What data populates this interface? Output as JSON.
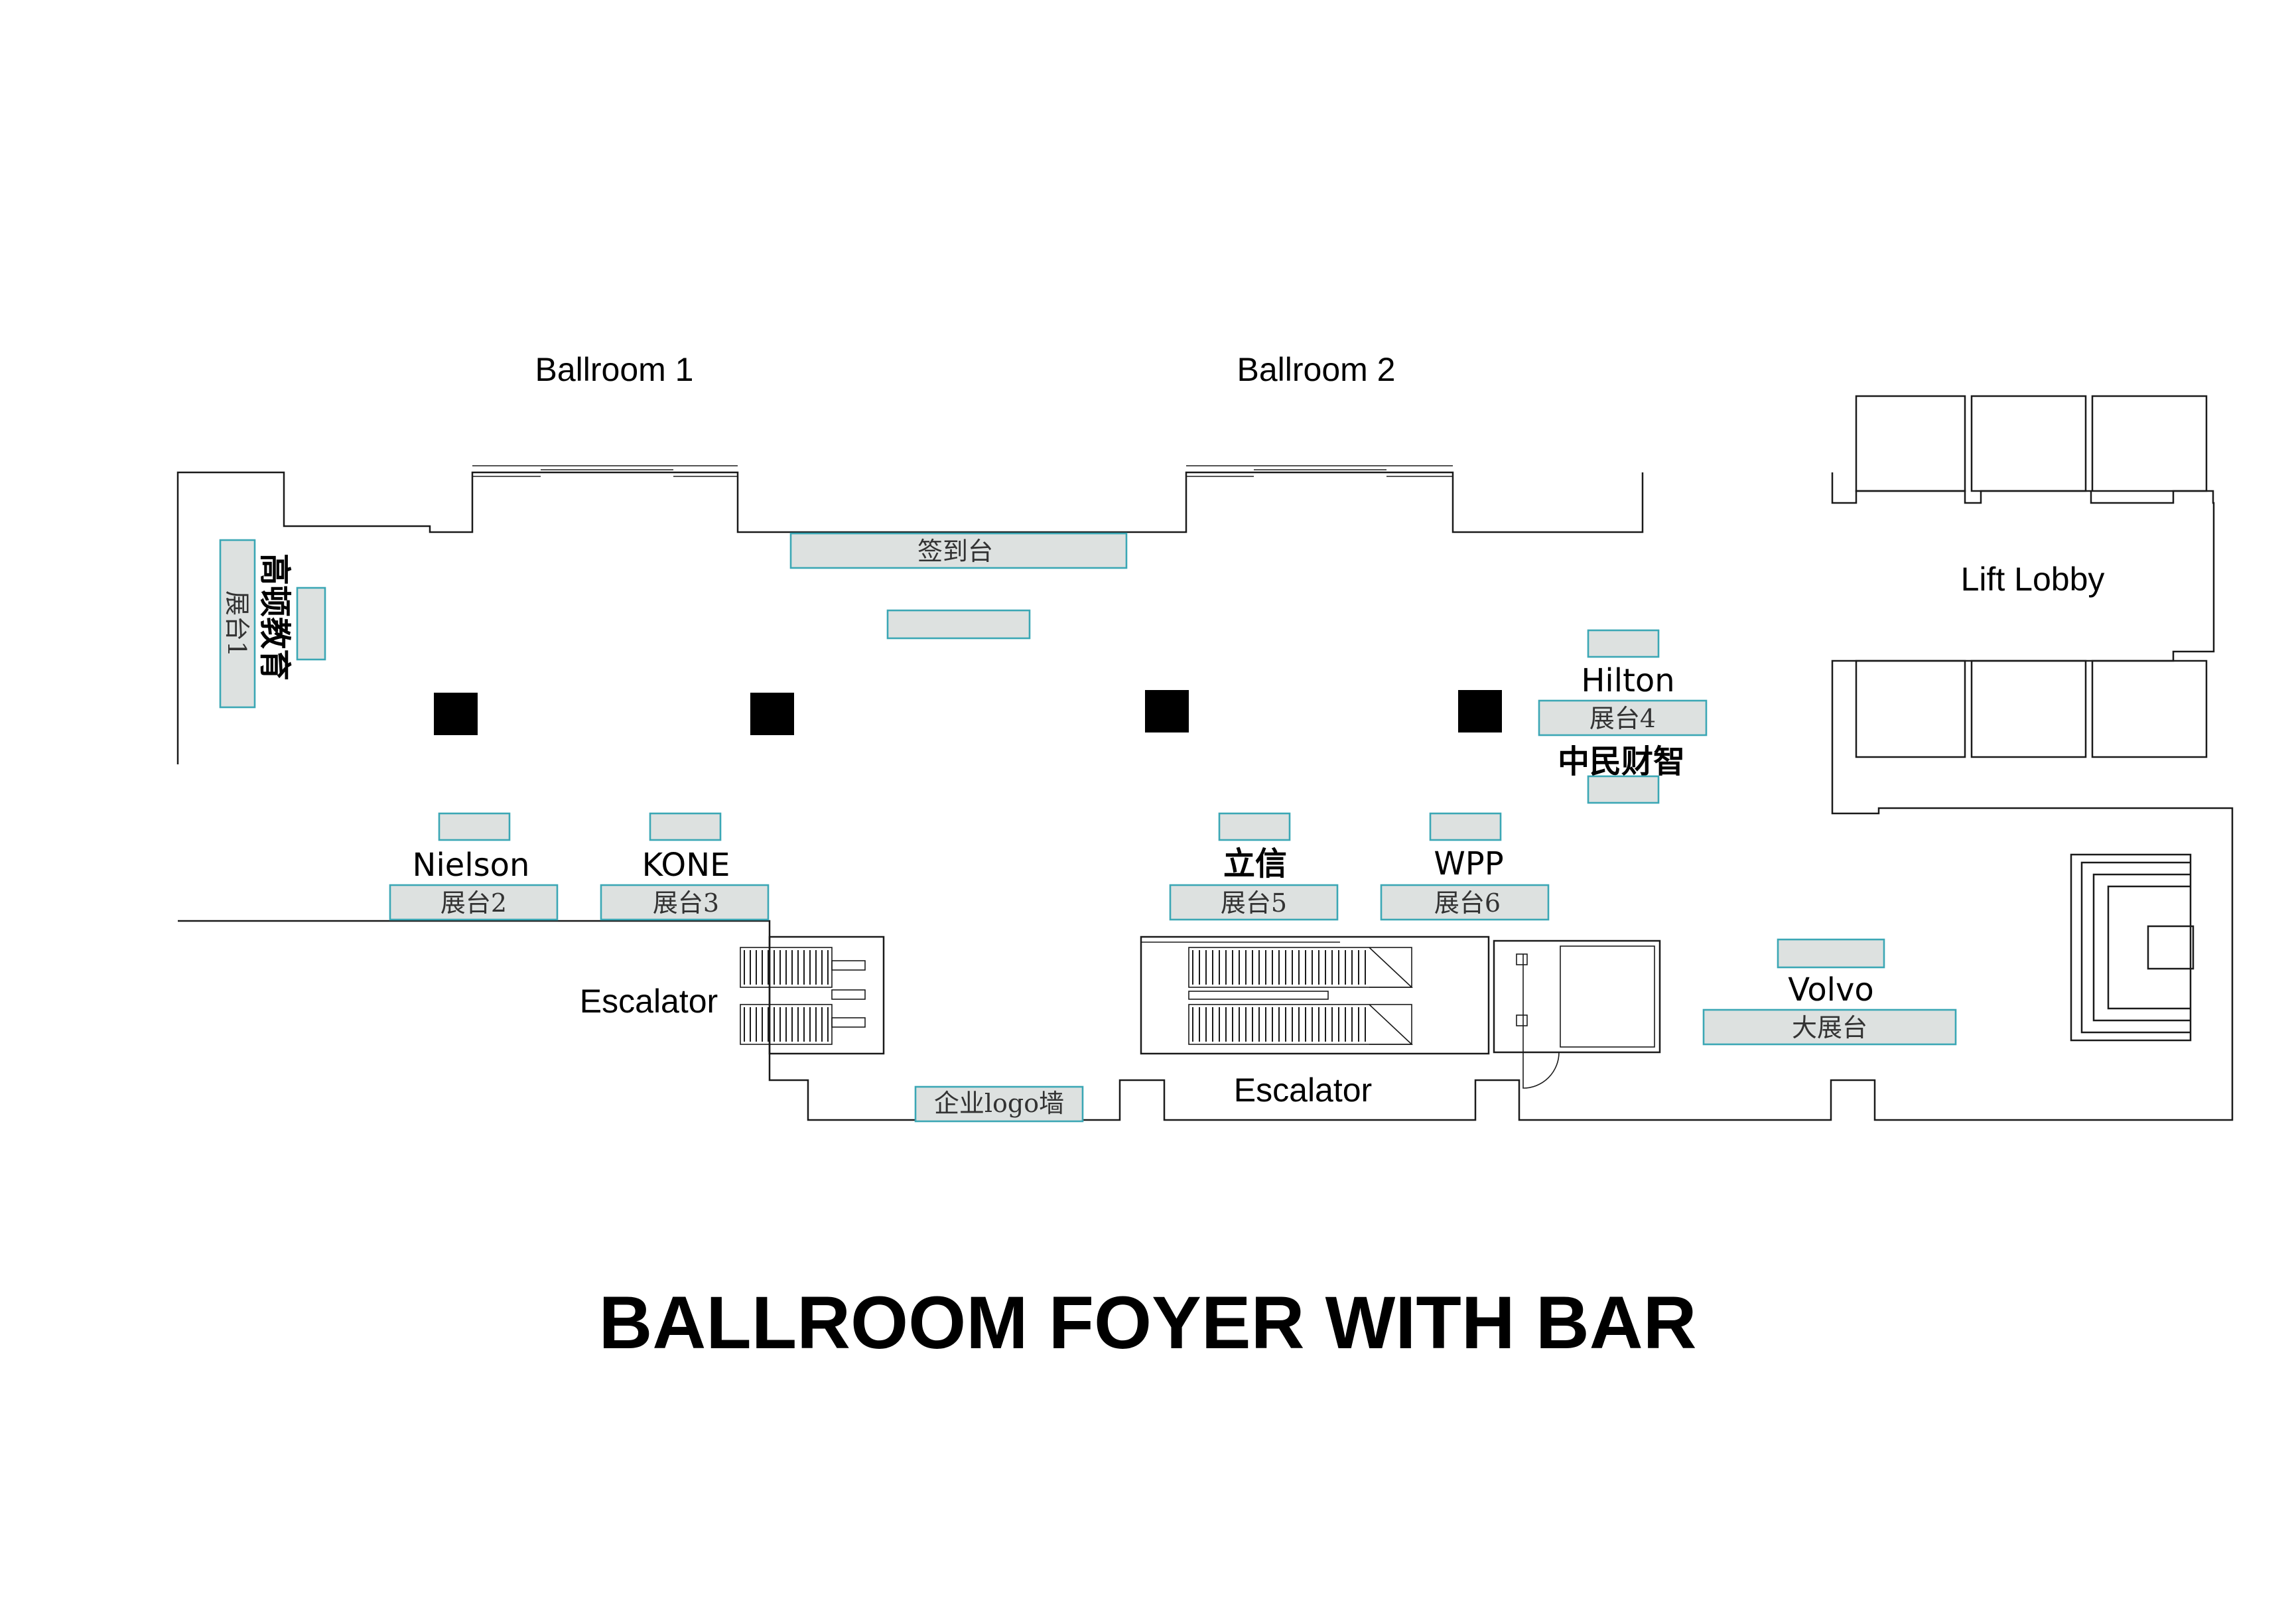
{
  "title": "BALLROOM FOYER WITH BAR",
  "rooms": {
    "ballroom1": "Ballroom 1",
    "ballroom2": "Ballroom 2",
    "lift_lobby": "Lift Lobby",
    "escalator_left": "Escalator",
    "escalator_right": "Escalator"
  },
  "booths": {
    "registration": "签到台",
    "booth1": "展台1",
    "booth2": "展台2",
    "booth3": "展台3",
    "booth4": "展台4",
    "booth5": "展台5",
    "booth6": "展台6",
    "big_booth": "大展台",
    "logo_wall": "企业logo墙"
  },
  "exhibitors": {
    "booth1": "高顿教育",
    "booth2": "Nielson",
    "booth3": "KONE",
    "booth4_top": "Hilton",
    "booth4_bottom": "中民财智",
    "booth5": "立信",
    "booth6": "WPP",
    "big_booth": "Volvo"
  },
  "colors": {
    "booth_fill": "#dde1e0",
    "booth_border": "#3ba7b5",
    "wall": "#1a1a1a"
  }
}
